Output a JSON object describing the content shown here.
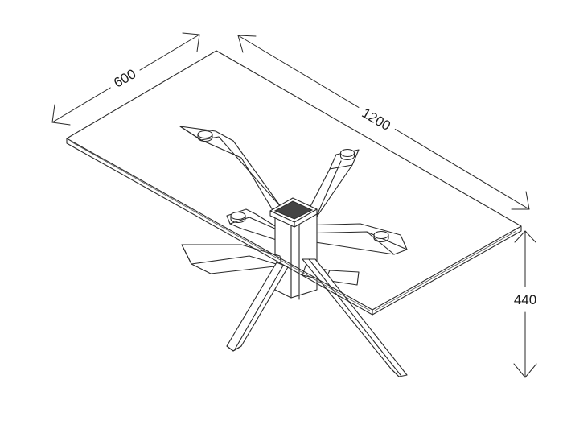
{
  "dimensions": {
    "width_label": "600",
    "length_label": "1200",
    "height_label": "440"
  },
  "colors": {
    "line": "#2a2a2a",
    "background": "#ffffff"
  }
}
